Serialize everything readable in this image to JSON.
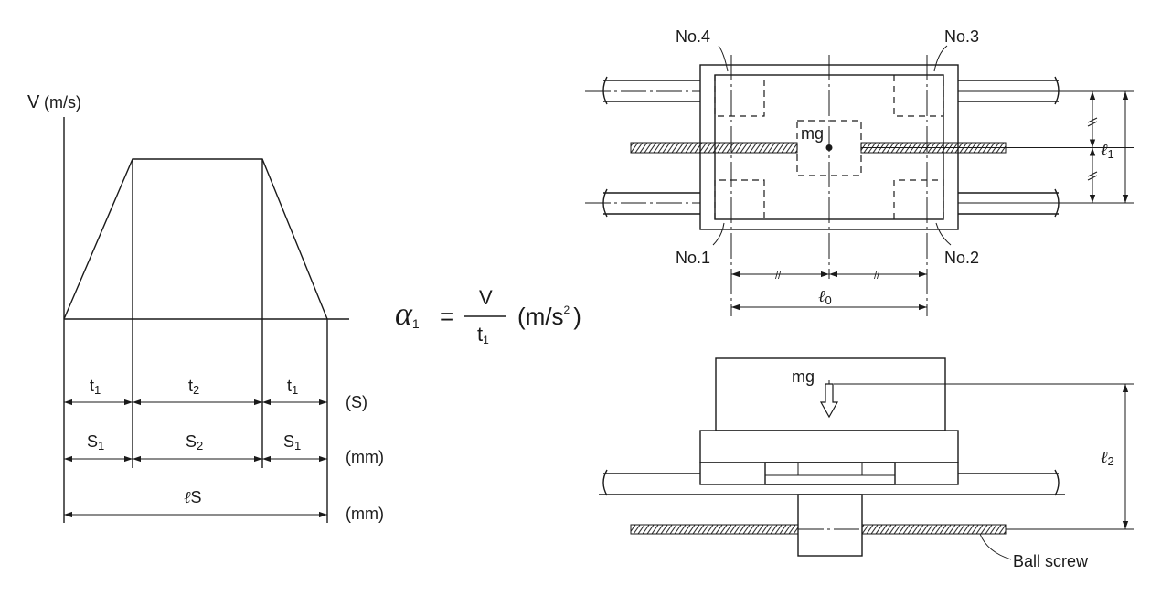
{
  "velocity_diagram": {
    "y_axis_label": "V",
    "y_axis_unit": "(m/s)",
    "time_row": {
      "t1_left": "t",
      "t1_sub": "1",
      "t2": "t",
      "t2_sub": "2",
      "t1_right": "t",
      "unit": "(S)"
    },
    "distance_row": {
      "s1_left": "S",
      "s1_sub": "1",
      "s2": "S",
      "s2_sub": "2",
      "s1_right": "S",
      "unit": "(mm)"
    },
    "total_row": {
      "ell": "ℓ",
      "label": "S",
      "unit": "(mm)"
    }
  },
  "formula": {
    "lhs": "α",
    "lhs_sub": "1",
    "equals": "=",
    "numerator": "V",
    "denominator": "t",
    "denominator_sub": "1",
    "unit_open": "(m/s",
    "unit_sup": "2",
    "unit_close": ")"
  },
  "top_view": {
    "no1": "No.1",
    "no2": "No.2",
    "no3": "No.3",
    "no4": "No.4",
    "load": "mg",
    "ell1": "ℓ",
    "ell1_sub": "1",
    "ell0": "ℓ",
    "ell0_sub": "0",
    "equal_mark": "//"
  },
  "side_view": {
    "load": "mg",
    "ell2": "ℓ",
    "ell2_sub": "2",
    "ball_screw": "Ball screw"
  }
}
